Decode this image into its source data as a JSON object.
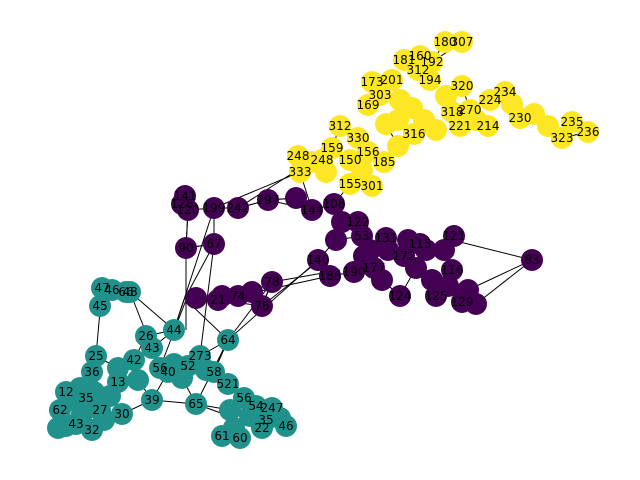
{
  "colors": {
    "background": "#ffffff",
    "edge": "#000000",
    "label": "#000000",
    "community_yellow": "#fde725",
    "community_purple": "#440154",
    "community_teal": "#21918c"
  },
  "communities": [
    {
      "id": "yellow",
      "color": "#fde725",
      "visible_labels": [
        "180",
        "307",
        "160",
        "181",
        "312",
        "192",
        "173",
        "201",
        "194",
        "303",
        "320",
        "169",
        "224",
        "234",
        "318",
        "270",
        "230",
        "214",
        "235",
        "236",
        "323",
        "248",
        "159",
        "330",
        "312",
        "156",
        "221",
        "333",
        "155",
        "185",
        "301",
        "248",
        "150",
        "316"
      ]
    },
    {
      "id": "purple",
      "color": "#440154",
      "visible_labels": [
        "141",
        "126",
        "120",
        "199",
        "242",
        "297",
        "144",
        "108",
        "90",
        "67",
        "53",
        "83",
        "122",
        "131",
        "115",
        "172",
        "124",
        "121",
        "125",
        "129",
        "177",
        "190",
        "188",
        "140",
        "116",
        "78",
        "76",
        "74",
        "21"
      ]
    },
    {
      "id": "teal",
      "color": "#21918c",
      "visible_labels": [
        "47",
        "48",
        "45",
        "46",
        "66",
        "44",
        "26",
        "64",
        "43",
        "25",
        "42",
        "273",
        "56",
        "40",
        "52",
        "58",
        "521",
        "39",
        "65",
        "36",
        "13",
        "12",
        "35",
        "62",
        "30",
        "27",
        "43",
        "32",
        "61",
        "60",
        "56",
        "54",
        "35",
        "46",
        "247",
        "22"
      ]
    }
  ]
}
